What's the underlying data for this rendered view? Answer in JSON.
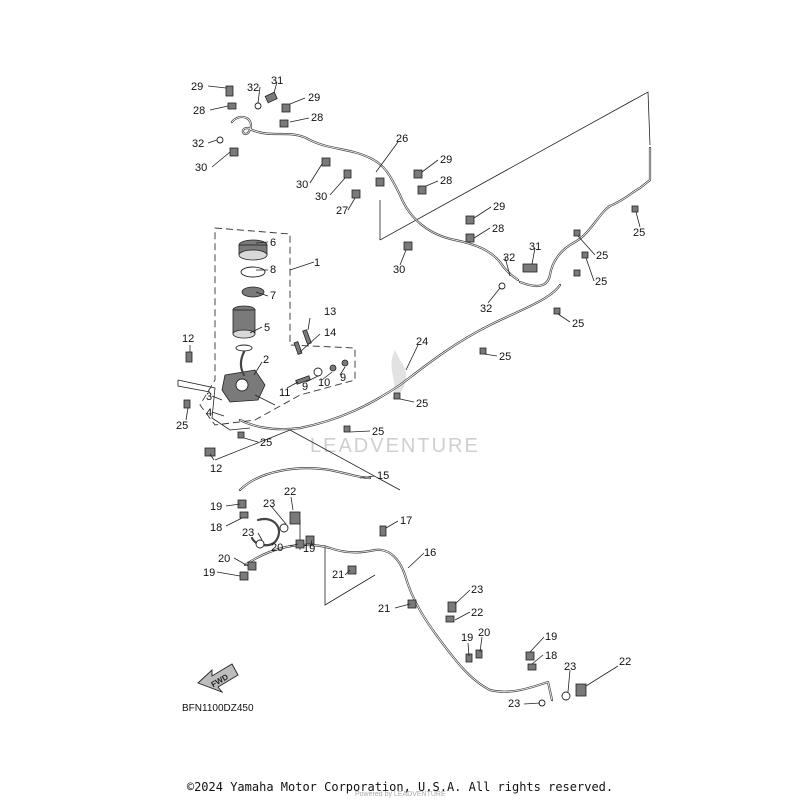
{
  "diagram": {
    "code": "BFN1100DZ450",
    "fwd_label": "FWD",
    "copyright": "©2024 Yamaha Motor Corporation, U.S.A. All rights reserved.",
    "watermark": "LEADVENTURE",
    "watermark_small": "Powered by LEADVENTURE",
    "callouts": [
      {
        "id": "c29a",
        "label": "29"
      },
      {
        "id": "c32a",
        "label": "32"
      },
      {
        "id": "c31a",
        "label": "31"
      },
      {
        "id": "c29b",
        "label": "29"
      },
      {
        "id": "c28a",
        "label": "28"
      },
      {
        "id": "c28b",
        "label": "28"
      },
      {
        "id": "c32b",
        "label": "32"
      },
      {
        "id": "c30a",
        "label": "30"
      },
      {
        "id": "c26",
        "label": "26"
      },
      {
        "id": "c29c",
        "label": "29"
      },
      {
        "id": "c28c",
        "label": "28"
      },
      {
        "id": "c30b",
        "label": "30"
      },
      {
        "id": "c30c",
        "label": "30"
      },
      {
        "id": "c27",
        "label": "27"
      },
      {
        "id": "c29d",
        "label": "29"
      },
      {
        "id": "c28d",
        "label": "28"
      },
      {
        "id": "c31b",
        "label": "31"
      },
      {
        "id": "c32c",
        "label": "32"
      },
      {
        "id": "c30d",
        "label": "30"
      },
      {
        "id": "c32d",
        "label": "32"
      },
      {
        "id": "c25a",
        "label": "25"
      },
      {
        "id": "c25b",
        "label": "25"
      },
      {
        "id": "c25c",
        "label": "25"
      },
      {
        "id": "c25d",
        "label": "25"
      },
      {
        "id": "c25e",
        "label": "25"
      },
      {
        "id": "c25f",
        "label": "25"
      },
      {
        "id": "c25g",
        "label": "25"
      },
      {
        "id": "c25h",
        "label": "25"
      },
      {
        "id": "c25i",
        "label": "25"
      },
      {
        "id": "c6",
        "label": "6"
      },
      {
        "id": "c8",
        "label": "8"
      },
      {
        "id": "c7",
        "label": "7"
      },
      {
        "id": "c5",
        "label": "5"
      },
      {
        "id": "c1",
        "label": "1"
      },
      {
        "id": "c13",
        "label": "13"
      },
      {
        "id": "c14",
        "label": "14"
      },
      {
        "id": "c12a",
        "label": "12"
      },
      {
        "id": "c2",
        "label": "2"
      },
      {
        "id": "c10",
        "label": "10"
      },
      {
        "id": "c9a",
        "label": "9"
      },
      {
        "id": "c9b",
        "label": "9"
      },
      {
        "id": "c11",
        "label": "11"
      },
      {
        "id": "c3",
        "label": "3"
      },
      {
        "id": "c4",
        "label": "4"
      },
      {
        "id": "c24",
        "label": "24"
      },
      {
        "id": "c12b",
        "label": "12"
      },
      {
        "id": "c15",
        "label": "15"
      },
      {
        "id": "c19a",
        "label": "19"
      },
      {
        "id": "c22a",
        "label": "22"
      },
      {
        "id": "c23a",
        "label": "23"
      },
      {
        "id": "c18a",
        "label": "18"
      },
      {
        "id": "c23b",
        "label": "23"
      },
      {
        "id": "c20a",
        "label": "20"
      },
      {
        "id": "c19b",
        "label": "19"
      },
      {
        "id": "c17",
        "label": "17"
      },
      {
        "id": "c16",
        "label": "16"
      },
      {
        "id": "c20b",
        "label": "20"
      },
      {
        "id": "c19c",
        "label": "19"
      },
      {
        "id": "c21a",
        "label": "21"
      },
      {
        "id": "c21b",
        "label": "21"
      },
      {
        "id": "c23c",
        "label": "23"
      },
      {
        "id": "c22b",
        "label": "22"
      },
      {
        "id": "c19d",
        "label": "19"
      },
      {
        "id": "c20c",
        "label": "20"
      },
      {
        "id": "c19e",
        "label": "19"
      },
      {
        "id": "c18b",
        "label": "18"
      },
      {
        "id": "c23d",
        "label": "23"
      },
      {
        "id": "c22c",
        "label": "22"
      },
      {
        "id": "c23e",
        "label": "23"
      }
    ]
  }
}
